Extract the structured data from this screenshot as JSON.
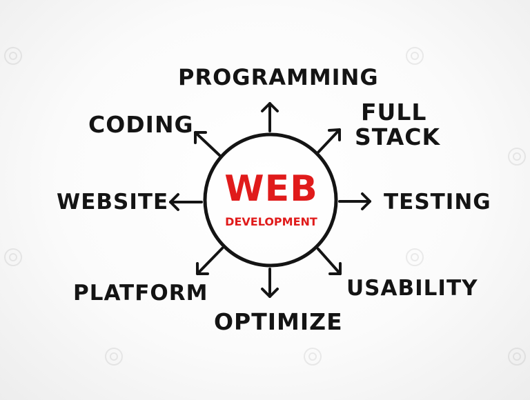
{
  "center": {
    "title": "WEB",
    "subtitle": "DEVELOPMENT",
    "accent_color": "#e01b1b",
    "ink_color": "#141414"
  },
  "labels": {
    "programming": "PROGRAMMING",
    "full": "FULL",
    "stack": "STACK",
    "coding": "CODING",
    "website": "WEBSITE",
    "testing": "TESTING",
    "platform": "PLATFORM",
    "optimize": "OPTIMIZE",
    "usability": "USABILITY"
  }
}
